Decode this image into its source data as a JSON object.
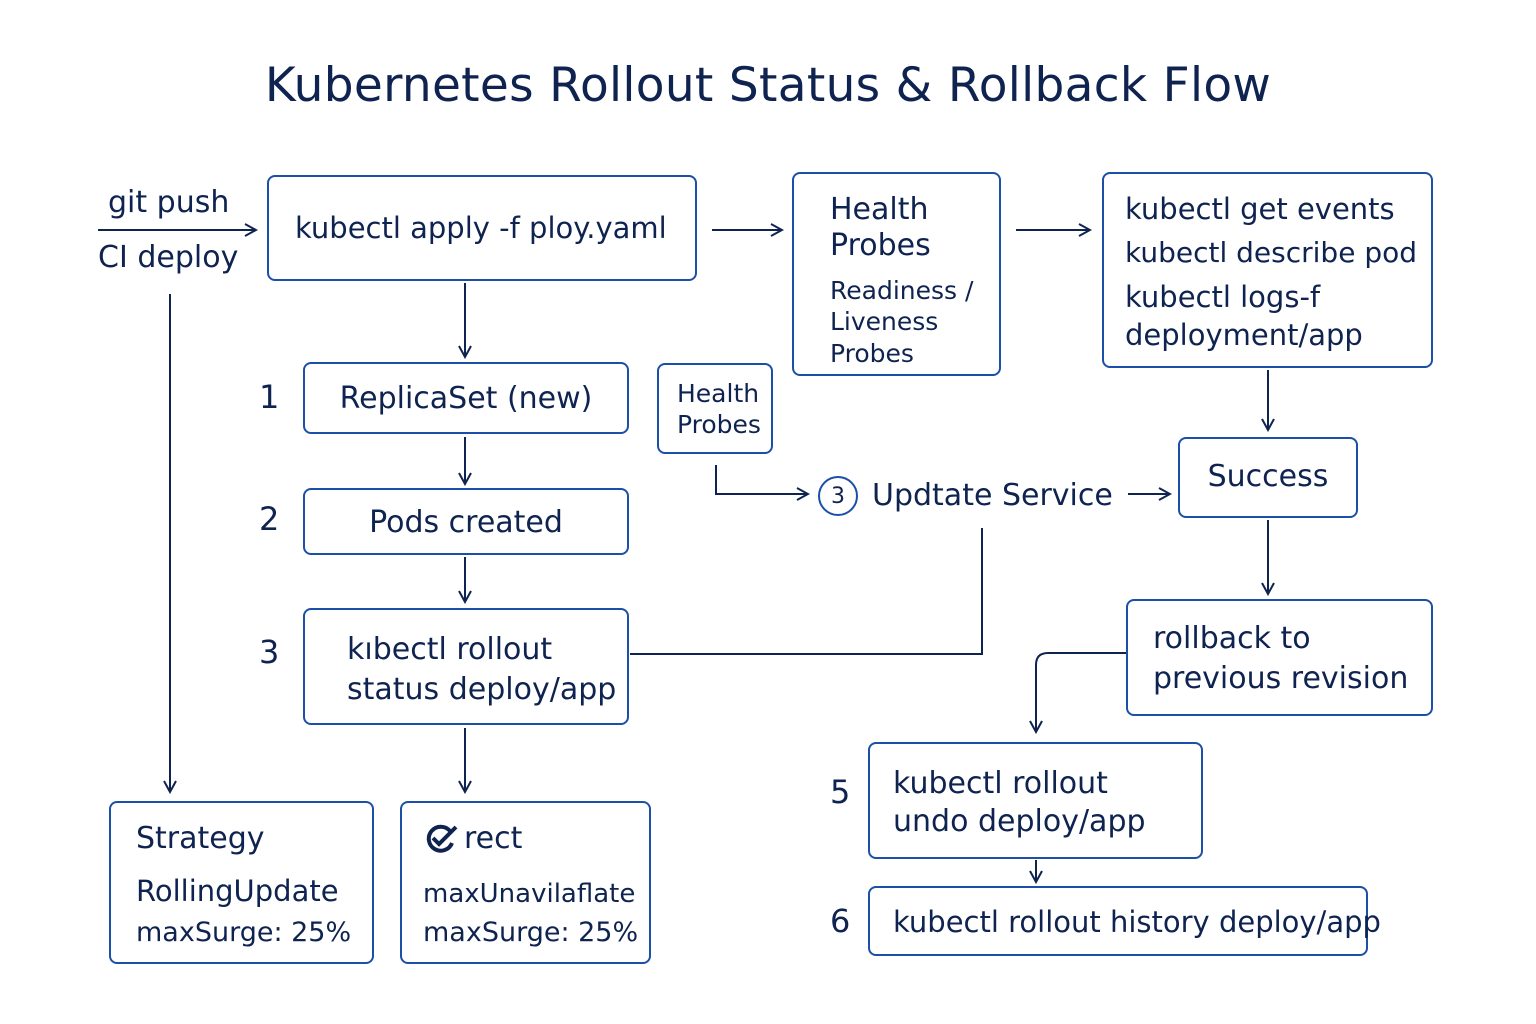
{
  "title": "Kubernetes Rollout Status & Rollback Flow",
  "trigger": {
    "line1": "git push",
    "line2": "CI deploy"
  },
  "apply_box": {
    "text": "kubectl apply -f ploy.yaml"
  },
  "health_box": {
    "title_line1": "Health",
    "title_line2": "Probes",
    "line1": "Readiness /",
    "line2": "Liveness",
    "line3": "Probes"
  },
  "events_box": {
    "line1": "kubectl get events",
    "line2": "kubectl describe pod",
    "line3": "kubectl logs-f",
    "line4": "deployment/app"
  },
  "steps": [
    {
      "num": "1",
      "text": "ReplicaSet (new)"
    },
    {
      "num": "2",
      "text": "Pods created"
    },
    {
      "num": "3",
      "line1": "kıbectl  rollout",
      "line2": "status deploy/app"
    }
  ],
  "health_small": {
    "line1": "Health",
    "line2": "Probes"
  },
  "update_service": {
    "num": "3",
    "text": "Updtate Service"
  },
  "success_box": {
    "text": "Success"
  },
  "rollback_box": {
    "line1": "rollback to",
    "line2": "previous revision"
  },
  "undo_box": {
    "num": "5",
    "line1": "kubectl rollout",
    "line2": "undo deploy/app"
  },
  "history_box": {
    "num": "6",
    "text": "kubectl rollout history deploy/app"
  },
  "strategy_box": {
    "line1": "Strategy",
    "line2": "RollingUpdate",
    "line3": "maxSurge: 25%"
  },
  "rect_box": {
    "icon": "check-circle-icon",
    "label": "rect",
    "line2": "maxUnavilaflate",
    "line3": "maxSurge: 25%"
  },
  "colors": {
    "border": "#1c4fa8",
    "text": "#0f2350",
    "line": "#0f2350"
  }
}
